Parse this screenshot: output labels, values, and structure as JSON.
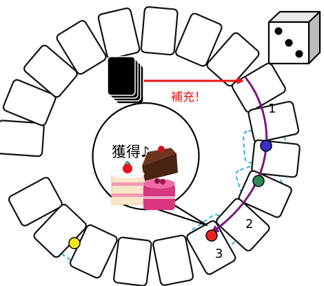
{
  "replenish_label": "補充！",
  "acquire_label": "獲得♪",
  "step_labels": [
    "1",
    "2",
    "3"
  ],
  "colors": {
    "arrow_red": "#ee1111",
    "arrow_purple": "#7a1580",
    "dashed_highlight": "#2bb4e0",
    "pawn_blue": "#3a2fd0",
    "pawn_green": "#2e8b57",
    "pawn_red": "#e8231e",
    "pawn_yellow": "#f7e61c"
  },
  "icons": [
    "die-icon",
    "card-deck-icon",
    "cake-slices-icon"
  ]
}
